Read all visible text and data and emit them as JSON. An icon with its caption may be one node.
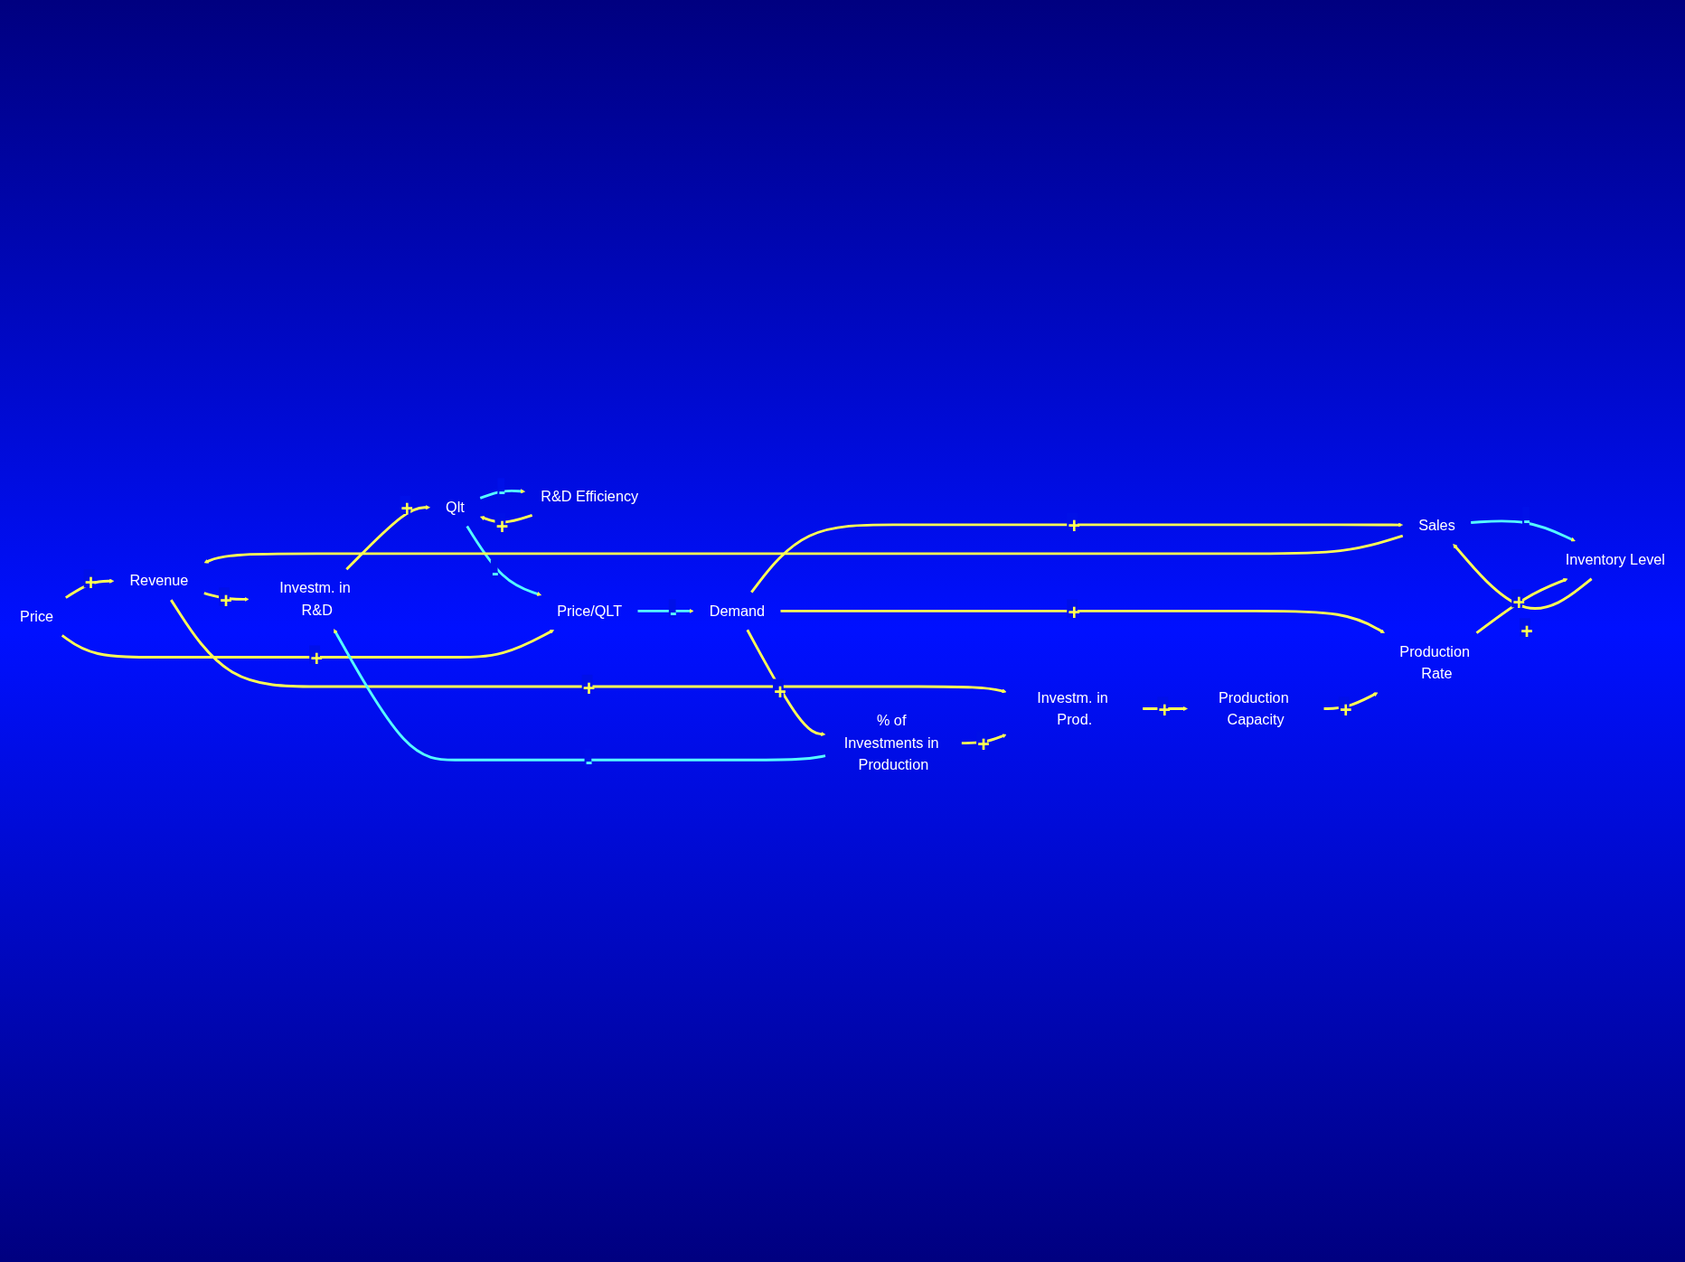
{
  "diagram": {
    "nodes": [
      {
        "text": [
          "Revenue"
        ]
      },
      {
        "text": [
          "R&D Efficiency"
        ]
      },
      {
        "text": [
          "Qlt"
        ]
      },
      {
        "text": [
          "Price/QLT"
        ]
      },
      {
        "text": [
          "Demand"
        ]
      },
      {
        "text": [
          "Sales"
        ]
      },
      {
        "text": [
          "Investm. in R&D"
        ]
      },
      {
        "text": [
          "Price"
        ]
      },
      {
        "text": [
          "% of Investments in Production"
        ]
      },
      {
        "text": [
          "Investm. in Prod."
        ]
      },
      {
        "text": [
          "Production Capacity"
        ]
      },
      {
        "text": [
          "Production Rate"
        ]
      },
      {
        "text": [
          "Inventory Level"
        ]
      }
    ],
    "edges": [
      {
        "from": 0,
        "to": 6,
        "arrow": "to",
        "label": "+"
      },
      {
        "from": 0,
        "to": 9,
        "arrow": "to",
        "label": "+"
      },
      {
        "from": 1,
        "to": 2,
        "arrow": "to",
        "label": "+"
      },
      {
        "from": 2,
        "to": 1,
        "arrow": "to",
        "label": "-",
        "color": "#55ffff"
      },
      {
        "from": 6,
        "to": 2,
        "arrow": "to",
        "label": "+"
      },
      {
        "from": 2,
        "to": 3,
        "arrow": "to",
        "label": "-",
        "color": "#55ffff"
      },
      {
        "from": 3,
        "to": 4,
        "arrow": "to",
        "label": "-",
        "color": "#55ffff"
      },
      {
        "from": 4,
        "to": 5,
        "arrow": "to",
        "label": "+"
      },
      {
        "from": 5,
        "to": 0,
        "arrow": "to"
      },
      {
        "from": 7,
        "to": 0,
        "arrow": "to",
        "label": "+"
      },
      {
        "from": 7,
        "to": 3,
        "arrow": "to",
        "label": "+"
      },
      {
        "from": 4,
        "to": 8,
        "arrow": "to",
        "label": "+"
      },
      {
        "from": 4,
        "to": 11,
        "arrow": "to",
        "label": "+"
      },
      {
        "from": 5,
        "to": 12,
        "arrow": "to",
        "label": "-",
        "color": "#55ffff"
      },
      {
        "from": 12,
        "to": 5,
        "arrow": "to",
        "label": "+"
      },
      {
        "from": 8,
        "to": 6,
        "arrow": "to",
        "label": "-",
        "color": "#55ffff"
      },
      {
        "from": 8,
        "to": 9,
        "arrow": "to",
        "label": "+"
      },
      {
        "from": 9,
        "to": 10,
        "arrow": "to",
        "label": "+"
      },
      {
        "from": 10,
        "to": 11,
        "arrow": "to",
        "label": "+"
      },
      {
        "from": 11,
        "to": 12,
        "arrow": "to",
        "label": "+"
      }
    ]
  }
}
